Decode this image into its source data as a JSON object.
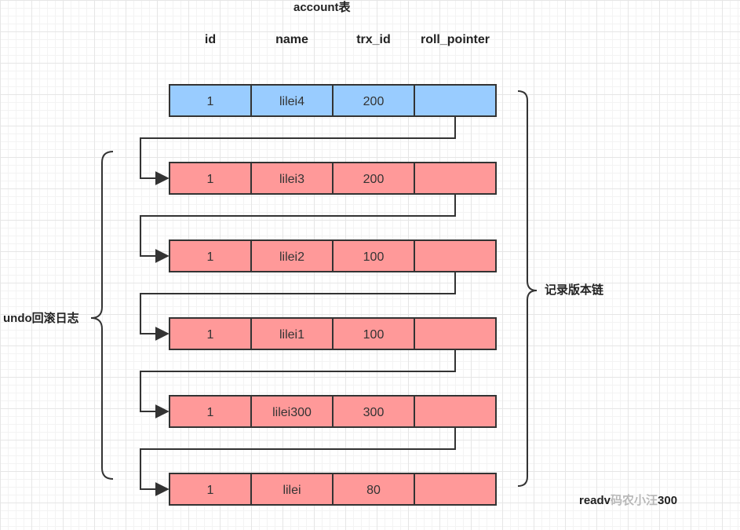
{
  "title": "account表",
  "columns": [
    "id",
    "name",
    "trx_id",
    "roll_pointer"
  ],
  "rows": [
    {
      "id": "1",
      "name": "lilei4",
      "trx_id": "200",
      "roll_pointer": "",
      "status": "current"
    },
    {
      "id": "1",
      "name": "lilei3",
      "trx_id": "200",
      "roll_pointer": "",
      "status": "undo"
    },
    {
      "id": "1",
      "name": "lilei2",
      "trx_id": "100",
      "roll_pointer": "",
      "status": "undo"
    },
    {
      "id": "1",
      "name": "lilei1",
      "trx_id": "100",
      "roll_pointer": "",
      "status": "undo"
    },
    {
      "id": "1",
      "name": "lilei300",
      "trx_id": "300",
      "roll_pointer": "",
      "status": "undo"
    },
    {
      "id": "1",
      "name": "lilei",
      "trx_id": "80",
      "roll_pointer": "",
      "status": "undo"
    }
  ],
  "labels": {
    "undo": "undo回滚日志",
    "chain": "记录版本链"
  },
  "watermark": {
    "prefix": "readv",
    "obscured": "码农小汪",
    "suffix": "300"
  },
  "colors": {
    "current_row": "#99ccff",
    "undo_row": "#ff9999",
    "border": "#333333",
    "arrow": "#333333"
  }
}
